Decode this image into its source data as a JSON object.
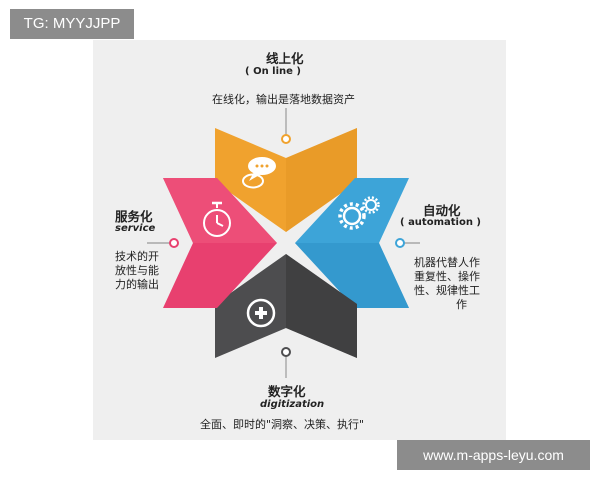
{
  "watermark": "TG: MYYJJPP",
  "url": "www.m-apps-leyu.com",
  "colors": {
    "orange": "#F0A22E",
    "blue": "#3DA4D8",
    "dark": "#4D4D4F",
    "pink": "#E8406F",
    "card": "#EFEFEF"
  },
  "sections": {
    "online": {
      "title": "线上化",
      "subtitle": "On line",
      "desc": "在线化，输出是落地数据资产",
      "icon": "chat-bubbles-icon"
    },
    "automation": {
      "title": "自动化",
      "subtitle": "automation",
      "desc_lines": [
        "机器代替人作",
        "重复性、操作",
        "性、规律性工",
        "作"
      ],
      "icon": "gears-icon"
    },
    "service": {
      "title": "服务化",
      "subtitle": "service",
      "desc_lines": [
        "技术的开",
        "放性与能",
        "力的输出"
      ],
      "icon": "stopwatch-icon"
    },
    "digitization": {
      "title": "数字化",
      "subtitle": "digitization",
      "desc": "全面、即时的\"洞察、决策、执行\"",
      "icon": "plus-circle-icon"
    }
  }
}
